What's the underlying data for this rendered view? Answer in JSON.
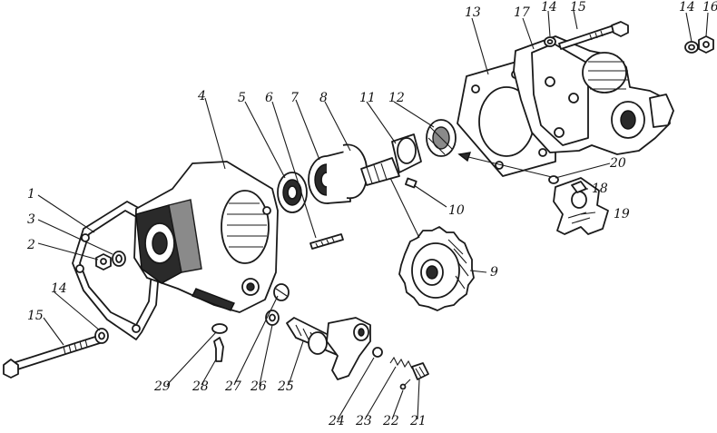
{
  "callouts": {
    "n1": "1",
    "n2": "2",
    "n3": "3",
    "n4": "4",
    "n5": "5",
    "n6": "6",
    "n7": "7",
    "n8": "8",
    "n9": "9",
    "n10": "10",
    "n11": "11",
    "n12": "12",
    "n13": "13",
    "n14a": "14",
    "n14b": "14",
    "n14c": "14",
    "n15a": "15",
    "n15b": "15",
    "n16": "16",
    "n17": "17",
    "n18": "18",
    "n19": "19",
    "n20": "20",
    "n21": "21",
    "n22": "22",
    "n23": "23",
    "n24": "24",
    "n25": "25",
    "n26": "26",
    "n27": "27",
    "n28": "28",
    "n29": "29"
  }
}
